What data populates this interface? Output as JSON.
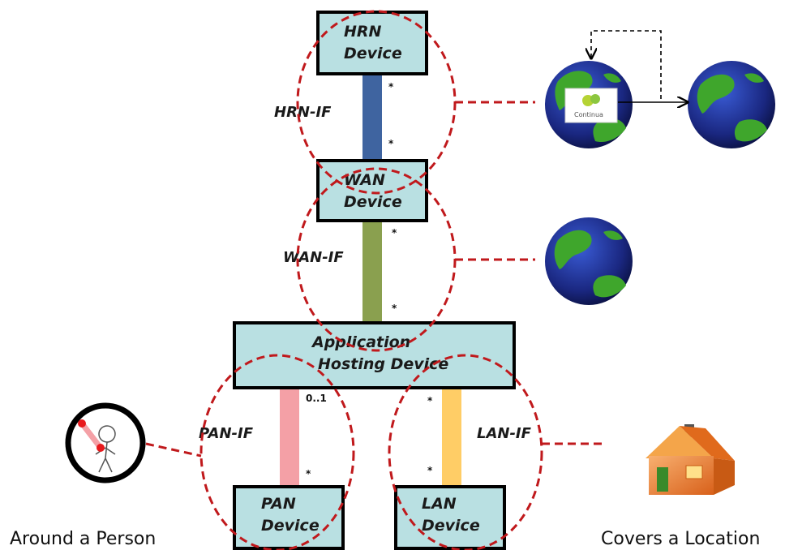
{
  "boxes": {
    "hrn": [
      "HRN",
      "Device"
    ],
    "wan": [
      "WAN",
      "Device"
    ],
    "app": [
      "Application",
      "Hosting Device"
    ],
    "pan": [
      "PAN",
      "Device"
    ],
    "lan": [
      "LAN",
      "Device"
    ]
  },
  "interfaces": {
    "hrn": {
      "label": "HRN-IF",
      "color": "#3f64a0",
      "mult_top": "*",
      "mult_bottom": "*"
    },
    "wan": {
      "label": "WAN-IF",
      "color": "#8aa04f",
      "mult_top": "*",
      "mult_bottom": "*"
    },
    "pan": {
      "label": "PAN-IF",
      "color": "#f4a0a6",
      "mult_top": "0..1",
      "mult_bottom": "*"
    },
    "lan": {
      "label": "LAN-IF",
      "color": "#ffcd66",
      "mult_top": "*",
      "mult_bottom": "*"
    }
  },
  "captions": {
    "person": "Around a Person",
    "location": "Covers a Location"
  },
  "logo_text": "Continua",
  "colors": {
    "box_fill": "#b9e0e2",
    "box_stroke": "#000000",
    "dash": "#c0191c",
    "globe_ocean": "#1c2a8c",
    "globe_land": "#3fa62c",
    "house_wall": "#f07a2a",
    "house_roof": "#f4a54a"
  },
  "icons": [
    "globe-icon",
    "continua-logo-icon",
    "person-icon",
    "house-icon"
  ]
}
